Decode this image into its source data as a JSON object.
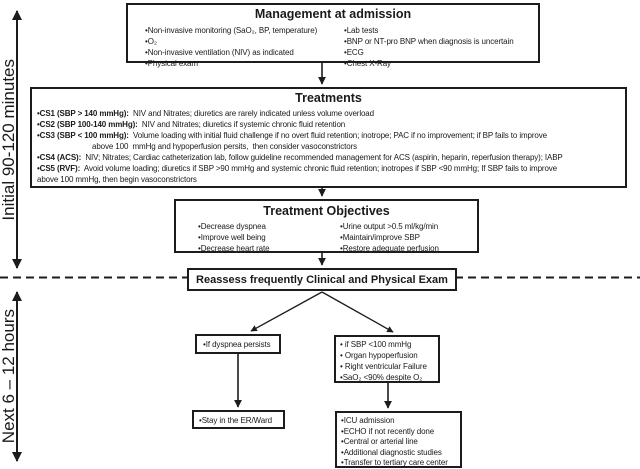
{
  "colors": {
    "line": "#1c1c1c",
    "text": "#1a1a1a",
    "background": "#ffffff"
  },
  "timeline": {
    "phase1_label": "Initial 90-120 minutes",
    "phase2_label": "Next 6 – 12 hours"
  },
  "management": {
    "title": "Management at admission",
    "left_items": [
      "•Non-invasive monitoring (SaO₂, BP, temperature)",
      "•O₂",
      "•Non-invasive ventilation (NIV) as indicated",
      "•Physical exam"
    ],
    "right_items": [
      "•Lab tests",
      "•BNP or NT-pro BNP when diagnosis is uncertain",
      "•ECG",
      "•Chest X-Ray"
    ]
  },
  "treatments": {
    "title": "Treatments",
    "items": [
      {
        "bold": "•CS1 (SBP > 140 mmHg):",
        "text": "  NIV and Nitrates; diuretics are rarely indicated unless volume overload"
      },
      {
        "bold": "•CS2 (SBP 100-140 mmHg):",
        "text": "  NIV and Nitrates; diuretics if systemic chronic fluid retention"
      },
      {
        "bold": "•CS3 (SBP < 100 mmHg):",
        "text": "  Volume loading with initial fluid challenge if no overt fluid retention; inotrope; PAC if no improvement; if BP fails to improve"
      },
      {
        "bold": "",
        "text": "above 100  mmHg and hypoperfusion persits,  then consider vasoconstrictors"
      },
      {
        "bold": "•CS4 (ACS):",
        "text": "  NIV; Nitrates; Cardiac catheterization lab, follow guideline recommended management for ACS (aspirin, heparin, reperfusion therapy); IABP"
      },
      {
        "bold": "•CS5 (RVF):",
        "text": "  Avoid volume loading; diuretics if SBP >90 mmHg and systemic chronic fluid retention; inotropes if SBP <90 mmHg; If SBP fails to improve"
      },
      {
        "bold": "",
        "text": "above 100 mmHg, then begin vasoconstrictors"
      }
    ]
  },
  "objectives": {
    "title": "Treatment Objectives",
    "left_items": [
      "•Decrease dyspnea",
      "•Improve well being",
      "•Decrease heart rate"
    ],
    "right_items": [
      "•Urine output >0.5 ml/kg/min",
      "•Maintain/improve SBP",
      "•Restore adequate perfusion"
    ]
  },
  "reassess": {
    "label": "Reassess frequently Clinical and Physical Exam"
  },
  "branch_left": {
    "items": [
      "•If dyspnea persists"
    ]
  },
  "branch_right": {
    "items": [
      "• if SBP <100 mmHg",
      "• Organ hypoperfusion",
      "• Right ventricular Failure",
      "•SaO₂ <90% despite O₂"
    ]
  },
  "stay": {
    "items": [
      "•Stay in the ER/Ward"
    ]
  },
  "icu": {
    "items": [
      "•ICU admission",
      "•ECHO if not recently done",
      "•Central or arterial line",
      "•Additional diagnostic studies",
      "•Transfer to tertiary care center"
    ]
  }
}
